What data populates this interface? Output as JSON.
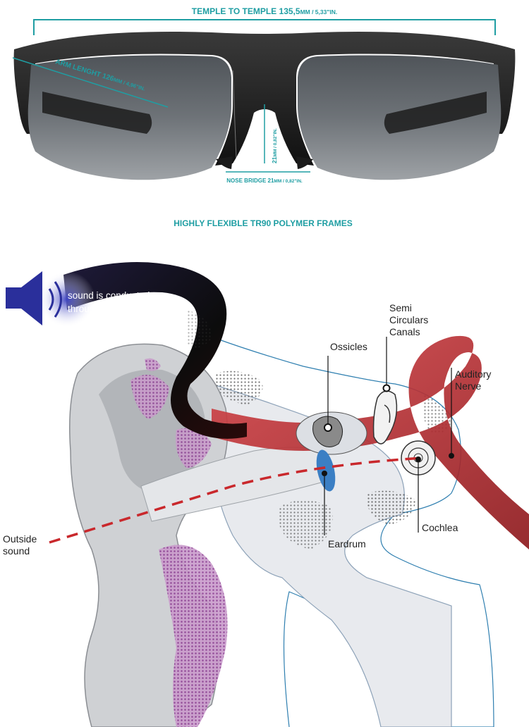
{
  "glasses": {
    "temple_to_temple": "TEMPLE TO TEMPLE 135,5",
    "temple_unit": "MM / 5,33\"IN.",
    "arm_length": "ARM LENGHT 126",
    "arm_unit": "MM / 4,96\"IN.",
    "height": "21",
    "height_unit": "MM / 0,82\"IN.",
    "nose_bridge": "NOSE BRIDGE 21",
    "nose_bridge_unit": "MM / 0,82\"IN.",
    "frame_caption": "HIGHLY FLEXIBLE TR90 POLYMER FRAMES"
  },
  "ear_diagram": {
    "bone_conduction_line1": "sound is conducted",
    "bone_conduction_line2": "through  bone's vibration",
    "outside_sound_line1": "Outside",
    "outside_sound_line2": "sound",
    "ossicles": "Ossicles",
    "semi_circular_line1": "Semi",
    "semi_circular_line2": "Circulars",
    "semi_circular_line3": "Canals",
    "auditory_nerve_line1": "Auditory",
    "auditory_nerve_line2": "Nerve",
    "eardrum": "Eardrum",
    "cochlea": "Cochlea"
  },
  "colors": {
    "accent_teal": "#1f9ea3",
    "nerve_red": "#c0262b",
    "bone_purple": "#a25aa5",
    "speaker_blue": "#2a2f9b",
    "eardrum_blue": "#3b7fc4",
    "frame_black": "#1b1b1b",
    "lens_gray": "#6a6f75"
  }
}
